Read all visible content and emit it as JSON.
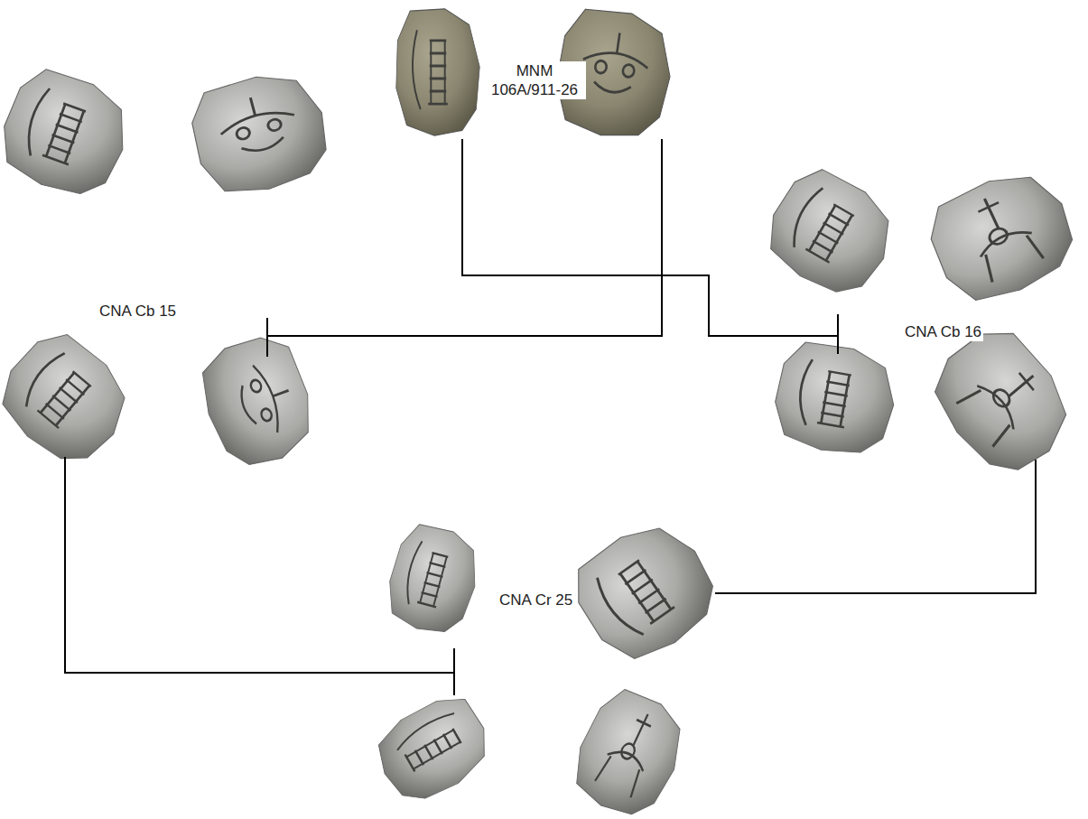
{
  "diagram": {
    "nodes": [
      {
        "text": [
          "MNM 106A/911-26"
        ]
      },
      {
        "text": [
          "CNA Cb 15"
        ]
      },
      {
        "text": [
          "CNA Cb 16"
        ]
      },
      {
        "text": [
          "CNA Cr 25"
        ]
      }
    ],
    "edges": [
      {
        "from": 0,
        "to": 1,
        "arrow": "none"
      },
      {
        "from": 0,
        "to": 2,
        "arrow": "none"
      },
      {
        "from": 1,
        "to": 3,
        "arrow": "none"
      },
      {
        "from": 2,
        "to": 3,
        "arrow": "none"
      }
    ]
  }
}
